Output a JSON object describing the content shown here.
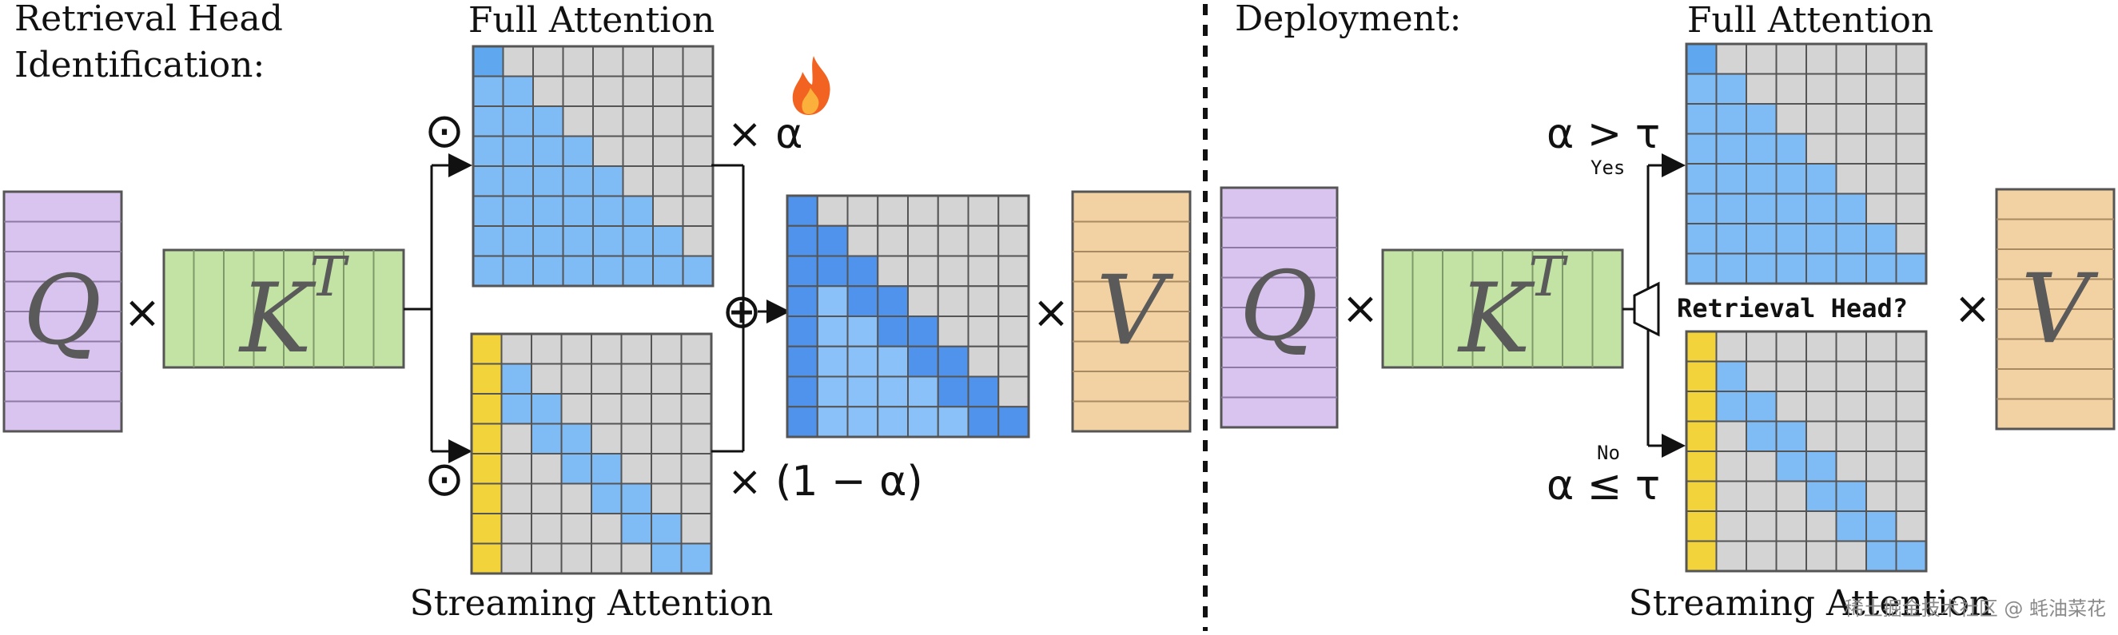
{
  "left": {
    "title_line1": "Retrieval Head",
    "title_line2": "Identification:",
    "full_attention": "Full Attention",
    "streaming_attention": "Streaming Attention",
    "q": "Q",
    "k": "K",
    "k_sup": "T",
    "v": "V",
    "times": "×",
    "dot_symbol": "⊙",
    "plus_symbol": "⊕",
    "alpha_factor": "× α",
    "one_minus_alpha": "× (1 − α)"
  },
  "right": {
    "title": "Deployment:",
    "full_attention": "Full Attention",
    "streaming_attention": "Streaming Attention",
    "q": "Q",
    "k": "K",
    "k_sup": "T",
    "v": "V",
    "times": "×",
    "cond_yes": "α > τ",
    "yes": "Yes",
    "cond_no": "α ≤ τ",
    "no": "No",
    "question": "Retrieval Head?"
  },
  "watermark": "稀土掘金技术社区 @ 蚝油菜花",
  "colors": {
    "q": "#d9c3ef",
    "k": "#c3e3a4",
    "v": "#f2d2a3",
    "full_cell": "#7fbcf6",
    "full_diag": "#5fa8f0",
    "masked_cell": "#d4d4d4",
    "sink_cell": "#f2d33c",
    "sum_dark": "#4f93ec",
    "sum_light": "#89c1f8",
    "flame": "#f26322",
    "dashed_line": "#111111"
  }
}
